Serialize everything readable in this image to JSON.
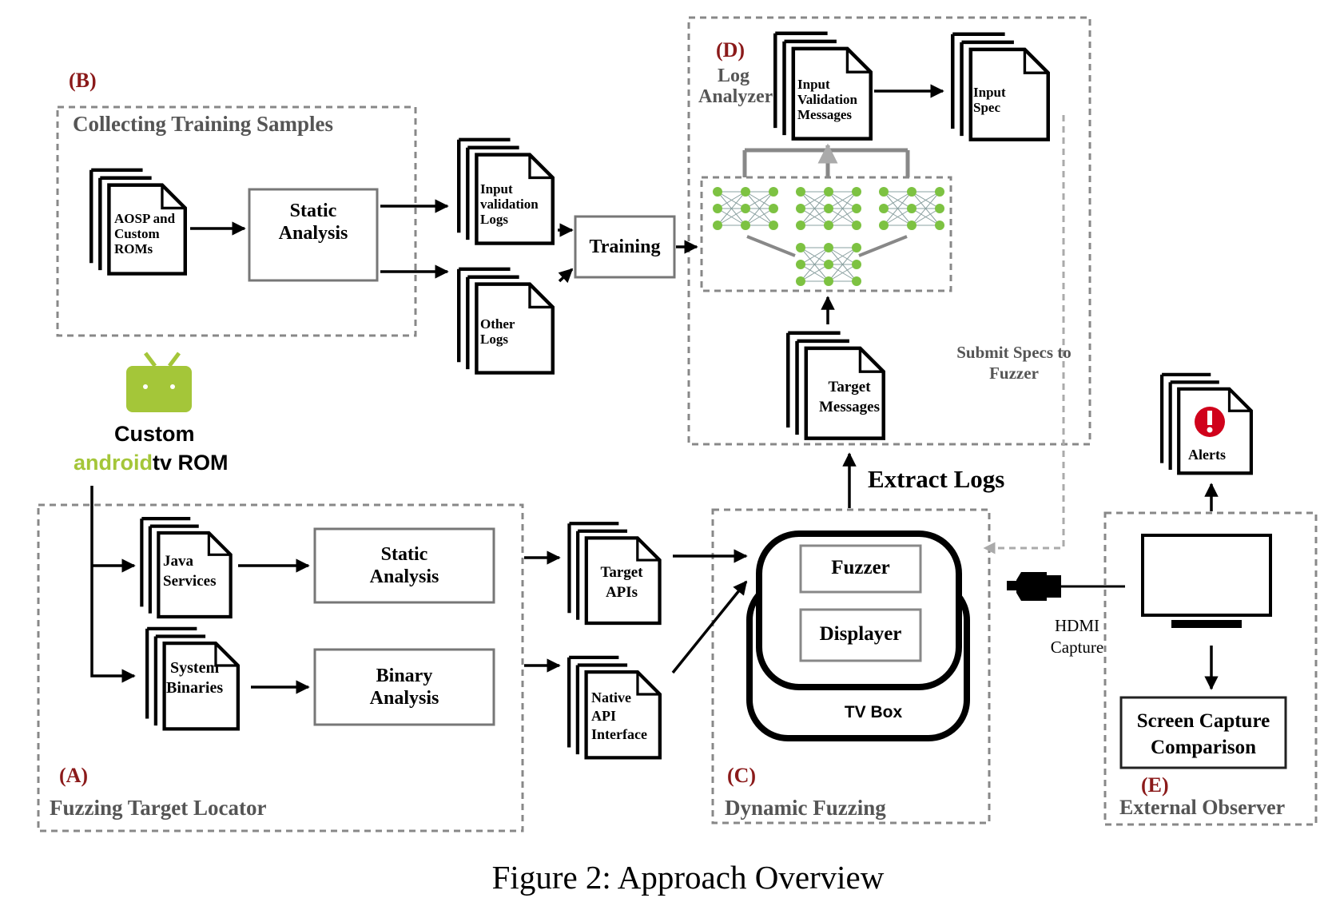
{
  "labels": {
    "b_tag": "(B)",
    "d_tag": "(D)",
    "a_tag": "(A)",
    "c_tag": "(C)",
    "e_tag": "(E)",
    "collecting": "Collecting Training Samples",
    "log_analyzer_1": "Log",
    "log_analyzer_2": "Analyzer",
    "fuzzing_target_locator": "Fuzzing Target Locator",
    "dynamic_fuzzing": "Dynamic Fuzzing",
    "external_observer": "External Observer",
    "submit_specs_1": "Submit Specs to",
    "submit_specs_2": "Fuzzer",
    "extract_logs": "Extract Logs",
    "hdmi_1": "HDMI",
    "hdmi_2": "Capture",
    "custom": "Custom",
    "android": "android",
    "tv_rom": "tv ROM",
    "caption": "Figure 2: Approach Overview"
  },
  "documents": {
    "aosp": [
      "AOSP and",
      "Custom",
      "ROMs"
    ],
    "input_validation_logs": [
      "Input",
      "validation",
      "Logs"
    ],
    "other_logs": [
      "Other",
      "Logs"
    ],
    "input_validation_messages": [
      "Input",
      "Validation",
      "Messages"
    ],
    "input_spec": [
      "Input",
      "Spec"
    ],
    "target_messages": [
      "Target",
      "Messages"
    ],
    "alerts": "Alerts",
    "java_services": [
      "Java",
      "Services"
    ],
    "system_binaries": [
      "System",
      "Binaries"
    ],
    "target_apis": [
      "Target",
      "APIs"
    ],
    "native_api": [
      "Native",
      "API",
      "Interface"
    ]
  },
  "processes": {
    "static_analysis_b": [
      "Static",
      "Analysis"
    ],
    "training": "Training",
    "static_analysis_a": [
      "Static",
      "Analysis"
    ],
    "binary_analysis": [
      "Binary",
      "Analysis"
    ],
    "fuzzer": "Fuzzer",
    "displayer": "Displayer",
    "tv_box": "TV Box",
    "screen_capture": [
      "Screen Capture",
      "Comparison"
    ]
  },
  "colors": {
    "tag_red": "#8b1a1a",
    "android_green": "#a4c639",
    "neuron_green": "#7dc242",
    "dashed_gray": "#888888",
    "alert_red": "#d0021b"
  },
  "icons": [
    "android-tv-icon",
    "hdmi-connector-icon",
    "monitor-icon",
    "alert-icon",
    "neural-network-icon"
  ]
}
